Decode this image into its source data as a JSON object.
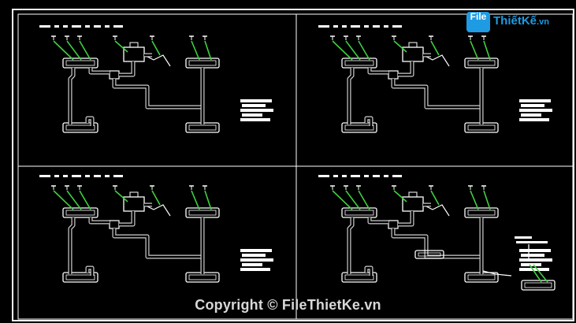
{
  "watermark": {
    "logo_part1": "File",
    "logo_part2": "ThiếtKế",
    "logo_domain": ".vn",
    "copyright": "Copyright © FileThietKe.vn"
  },
  "colors": {
    "background": "#000000",
    "line": "#ffffff",
    "pipe": "#cfcfcf",
    "leader": "#3fd13f",
    "logo": "#1e9be3"
  },
  "panels": [
    {
      "id": "top-left",
      "has_extra_component": false
    },
    {
      "id": "top-right",
      "has_extra_component": false
    },
    {
      "id": "bottom-left",
      "has_extra_component": false
    },
    {
      "id": "bottom-right",
      "has_extra_component": true
    }
  ]
}
